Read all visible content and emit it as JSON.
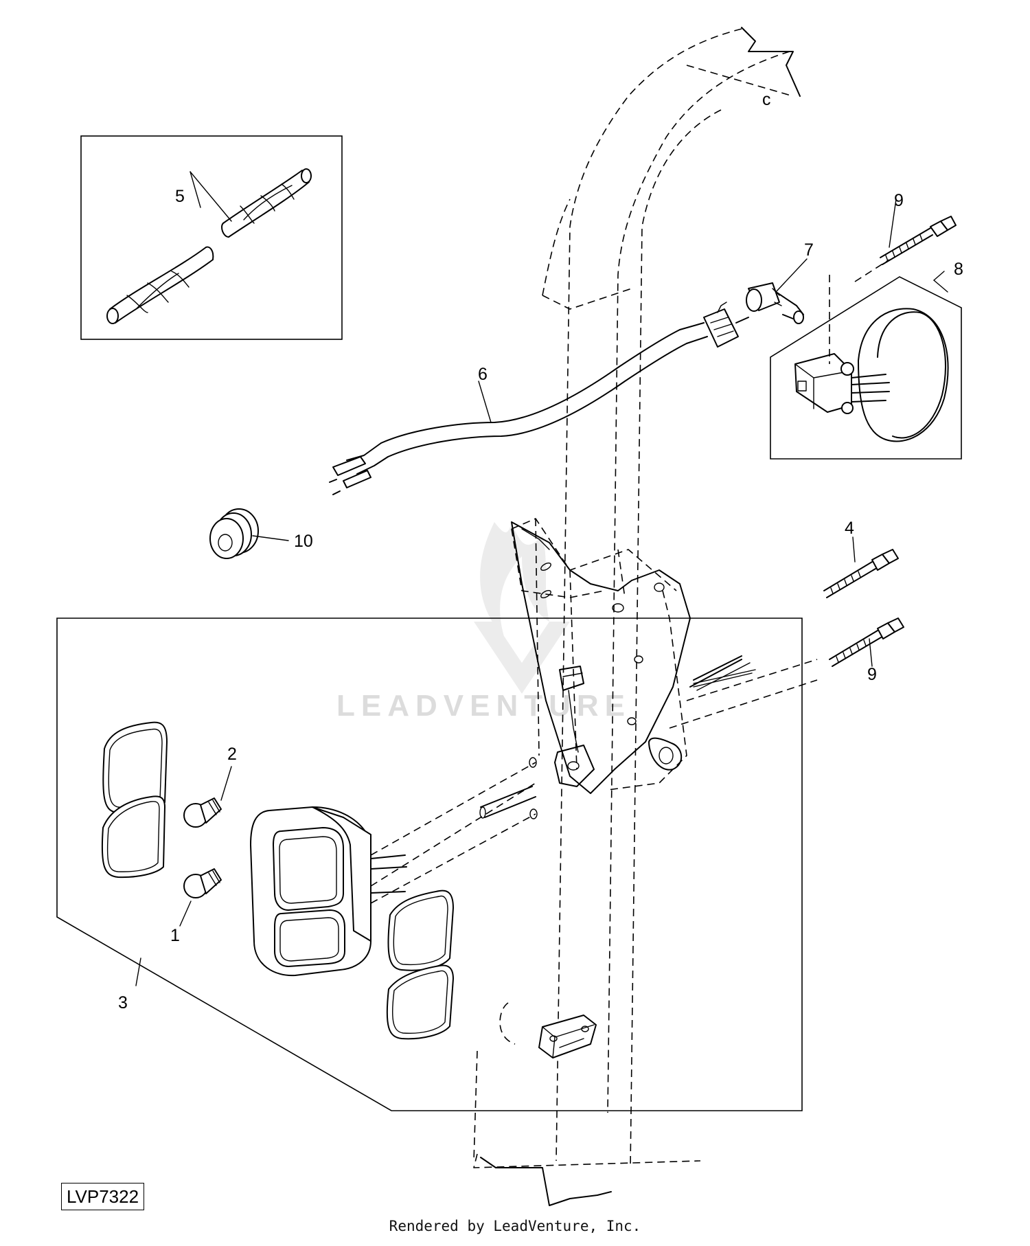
{
  "callouts": [
    {
      "number": "1",
      "part": "bulb"
    },
    {
      "number": "2",
      "part": "bulb"
    },
    {
      "number": "3",
      "part": "tail light assembly"
    },
    {
      "number": "4",
      "part": "screw"
    },
    {
      "number": "5",
      "part": "wiring harness sleeve"
    },
    {
      "number": "6",
      "part": "wiring harness"
    },
    {
      "number": "7",
      "part": "bulb with socket"
    },
    {
      "number": "8",
      "part": "work light"
    },
    {
      "number": "9",
      "part": "screw"
    },
    {
      "number": "9",
      "part": "screw"
    },
    {
      "number": "10",
      "part": "grommet"
    }
  ],
  "watermark": "LEADVENTURE",
  "drawing_id": "LVP7322",
  "footer": "Rendered by LeadVenture, Inc."
}
